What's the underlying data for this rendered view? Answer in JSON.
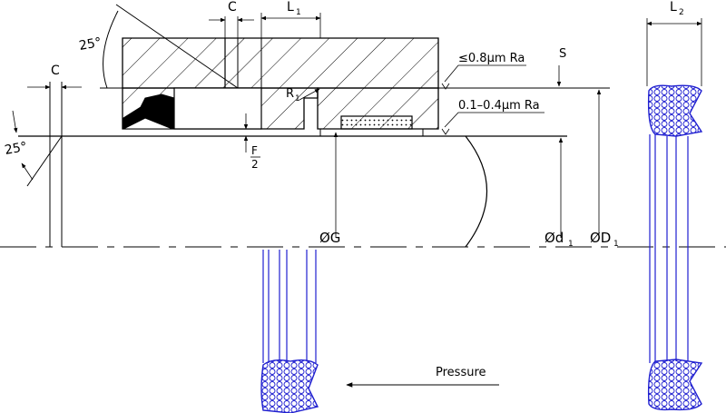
{
  "labels": {
    "c_top": "C",
    "l1_top": "L",
    "l1_top_sub": "1",
    "l2_top": "L",
    "l2_top_sub": "2",
    "angle_top": "25°",
    "c_left": "C",
    "angle_left": "25°",
    "roughness_top": "≤0.8μm Ra",
    "roughness_bottom": "0.1–0.4μm Ra",
    "s_label": "S",
    "r1": "R",
    "r1_sub": "1",
    "f_num": "F",
    "f_den": "2",
    "dia_g": "ØG",
    "dia_d1_small": "Ød",
    "dia_d1_small_sub": "1",
    "dia_D1": "ØD",
    "dia_D1_sub": "1",
    "pressure": "Pressure"
  },
  "colors": {
    "line": "#000000",
    "seal_blue": "#1f1fd0",
    "seal_black": "#000000"
  }
}
